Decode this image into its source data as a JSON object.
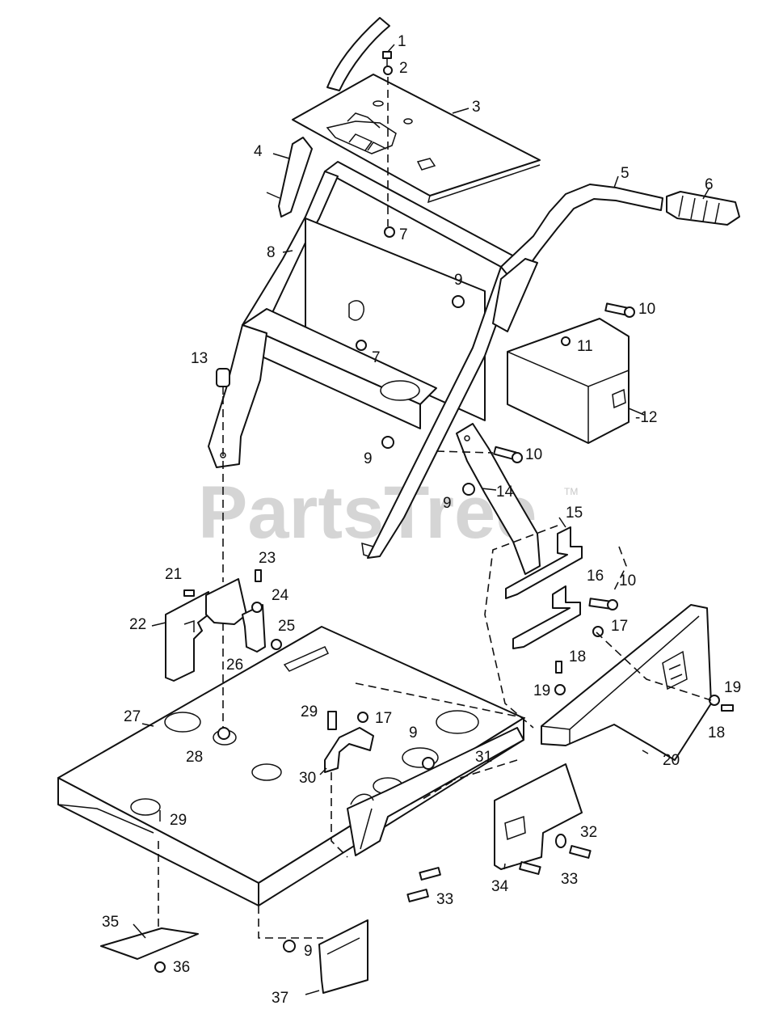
{
  "watermark": {
    "text": "PartsTree",
    "mark": "TM"
  },
  "callouts": [
    {
      "id": "c1",
      "text": "1"
    },
    {
      "id": "c2",
      "text": "2"
    },
    {
      "id": "c3",
      "text": "3"
    },
    {
      "id": "c4",
      "text": "4"
    },
    {
      "id": "c5",
      "text": "5"
    },
    {
      "id": "c6",
      "text": "6"
    },
    {
      "id": "c7a",
      "text": "7"
    },
    {
      "id": "c7b",
      "text": "7"
    },
    {
      "id": "c8",
      "text": "8"
    },
    {
      "id": "c9a",
      "text": "9"
    },
    {
      "id": "c9b",
      "text": "9"
    },
    {
      "id": "c9c",
      "text": "9"
    },
    {
      "id": "c9d",
      "text": "9"
    },
    {
      "id": "c9e",
      "text": "9"
    },
    {
      "id": "c10a",
      "text": "10"
    },
    {
      "id": "c10b",
      "text": "10"
    },
    {
      "id": "c10c",
      "text": "10"
    },
    {
      "id": "c11",
      "text": "11"
    },
    {
      "id": "c12",
      "text": "-12"
    },
    {
      "id": "c13",
      "text": "13"
    },
    {
      "id": "c14",
      "text": "14"
    },
    {
      "id": "c15",
      "text": "15"
    },
    {
      "id": "c16",
      "text": "16"
    },
    {
      "id": "c17a",
      "text": "17"
    },
    {
      "id": "c17b",
      "text": "17"
    },
    {
      "id": "c18a",
      "text": "18"
    },
    {
      "id": "c18b",
      "text": "18"
    },
    {
      "id": "c19a",
      "text": "19"
    },
    {
      "id": "c19b",
      "text": "19"
    },
    {
      "id": "c20",
      "text": "20"
    },
    {
      "id": "c21",
      "text": "21"
    },
    {
      "id": "c22",
      "text": "22"
    },
    {
      "id": "c23",
      "text": "23"
    },
    {
      "id": "c24",
      "text": "24"
    },
    {
      "id": "c25",
      "text": "25"
    },
    {
      "id": "c26",
      "text": "26"
    },
    {
      "id": "c27",
      "text": "27"
    },
    {
      "id": "c28",
      "text": "28"
    },
    {
      "id": "c29a",
      "text": "29"
    },
    {
      "id": "c29b",
      "text": "29"
    },
    {
      "id": "c30",
      "text": "30"
    },
    {
      "id": "c31",
      "text": "31"
    },
    {
      "id": "c32",
      "text": "32"
    },
    {
      "id": "c33a",
      "text": "33"
    },
    {
      "id": "c33b",
      "text": "33"
    },
    {
      "id": "c34",
      "text": "34"
    },
    {
      "id": "c35",
      "text": "35"
    },
    {
      "id": "c36",
      "text": "36"
    },
    {
      "id": "c37",
      "text": "37"
    }
  ]
}
